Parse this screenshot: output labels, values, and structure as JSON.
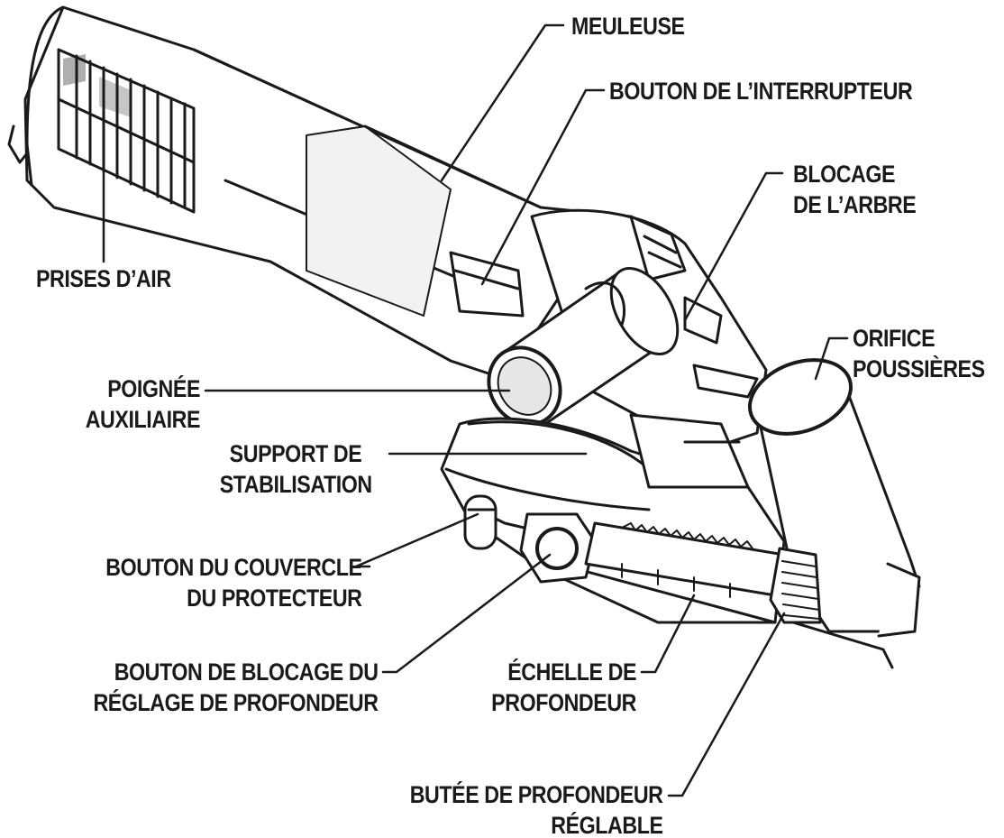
{
  "colors": {
    "ink": "#1a1a1a",
    "paper": "#ffffff"
  },
  "labels": {
    "meuleuse": [
      "MEULEUSE"
    ],
    "bouton_interrupteur": [
      "BOUTON DE L’INTERRUPTEUR"
    ],
    "blocage_arbre": [
      "BLOCAGE",
      "DE L’ARBRE"
    ],
    "prises_air": [
      "PRISES D’AIR"
    ],
    "orifice_poussieres": [
      "ORIFICE",
      "POUSSIÈRES"
    ],
    "poignee_auxiliaire": [
      "POIGNÉE",
      "AUXILIAIRE"
    ],
    "support_stabilisation": [
      "SUPPORT DE",
      "STABILISATION"
    ],
    "bouton_couvercle": [
      "BOUTON DU COUVERCLE",
      "DU PROTECTEUR"
    ],
    "bouton_blocage_reglage": [
      "BOUTON DE BLOCAGE DU",
      "RÉGLAGE DE PROFONDEUR"
    ],
    "echelle_profondeur": [
      "ÉCHELLE DE",
      "PROFONDEUR"
    ],
    "butee_profondeur": [
      "BUTÉE DE PROFONDEUR",
      "RÉGLABLE"
    ]
  }
}
